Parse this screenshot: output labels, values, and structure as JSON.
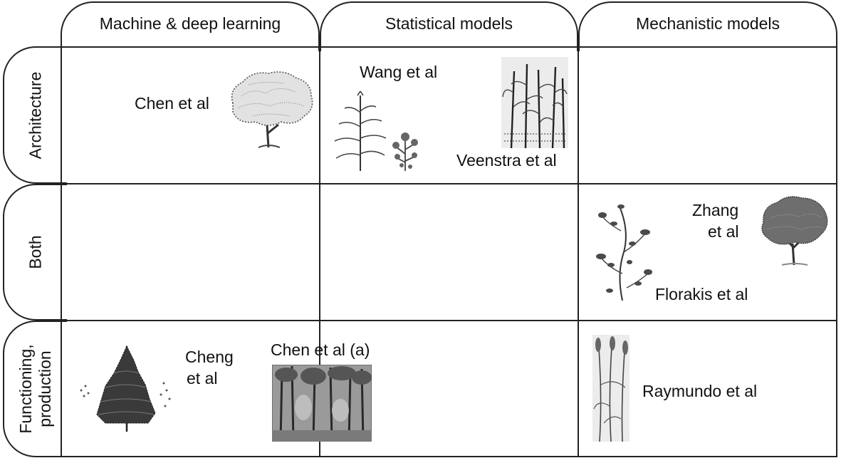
{
  "columns": [
    {
      "label": "Machine & deep learning"
    },
    {
      "label": "Statistical models"
    },
    {
      "label": "Mechanistic models"
    }
  ],
  "rows": [
    {
      "label": "Architecture"
    },
    {
      "label": "Both"
    },
    {
      "label_line1": "Functioning,",
      "label_line2": "production"
    }
  ],
  "entries": {
    "chen": "Chen et al",
    "wang": "Wang et al",
    "veenstra": "Veenstra et al",
    "zhang_line1": "Zhang",
    "zhang_line2": "et al",
    "florakis": "Florakis et al",
    "cheng_line1": "Cheng",
    "cheng_line2": "et al",
    "chen_a": "Chen et al (a)",
    "raymundo": "Raymundo et al"
  }
}
